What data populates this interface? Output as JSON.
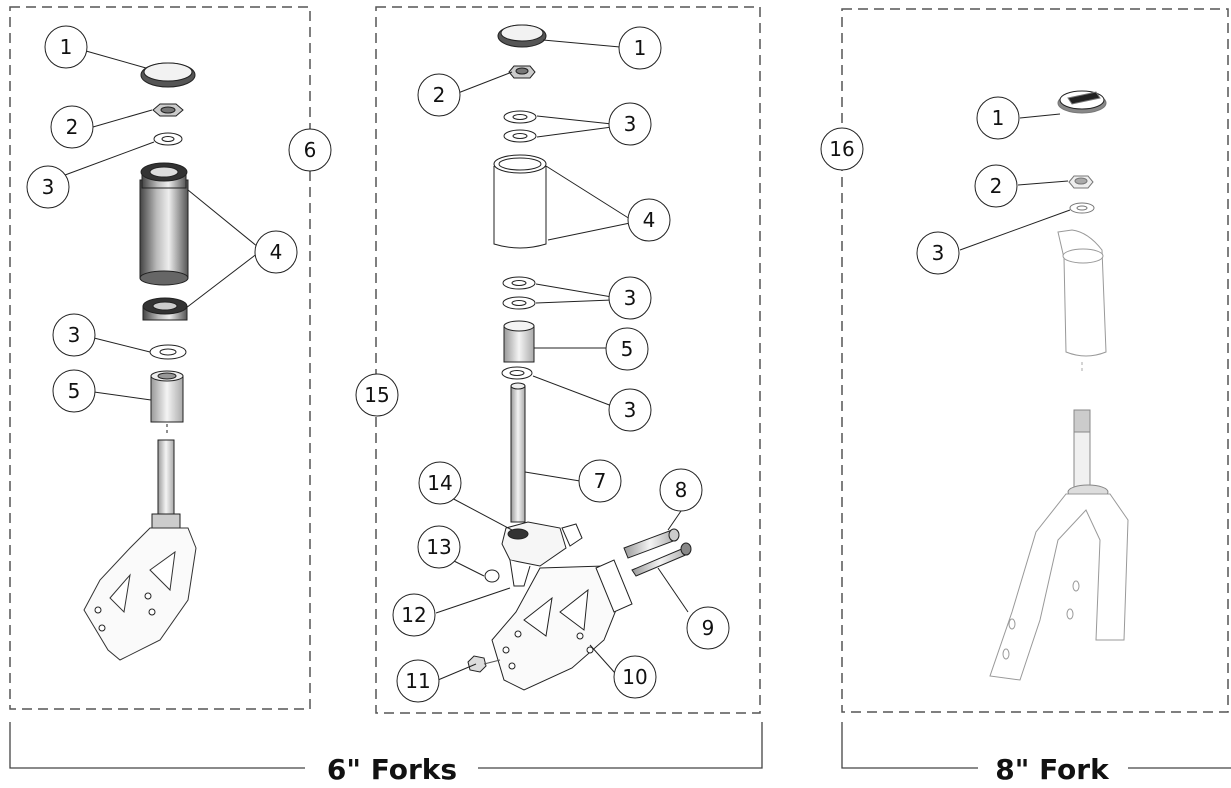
{
  "groups": [
    {
      "panel_callout": "6",
      "callouts": [
        "1",
        "2",
        "3",
        "4",
        "3",
        "5"
      ]
    },
    {
      "panel_callout": "15",
      "callouts": [
        "1",
        "2",
        "3",
        "4",
        "3",
        "5",
        "3",
        "7",
        "8",
        "9",
        "10",
        "11",
        "12",
        "13",
        "14"
      ]
    },
    {
      "panel_callout": "16",
      "callouts": [
        "1",
        "2",
        "3"
      ]
    }
  ],
  "brackets": [
    {
      "label": "6\" Forks"
    },
    {
      "label": "8\" Fork"
    }
  ]
}
